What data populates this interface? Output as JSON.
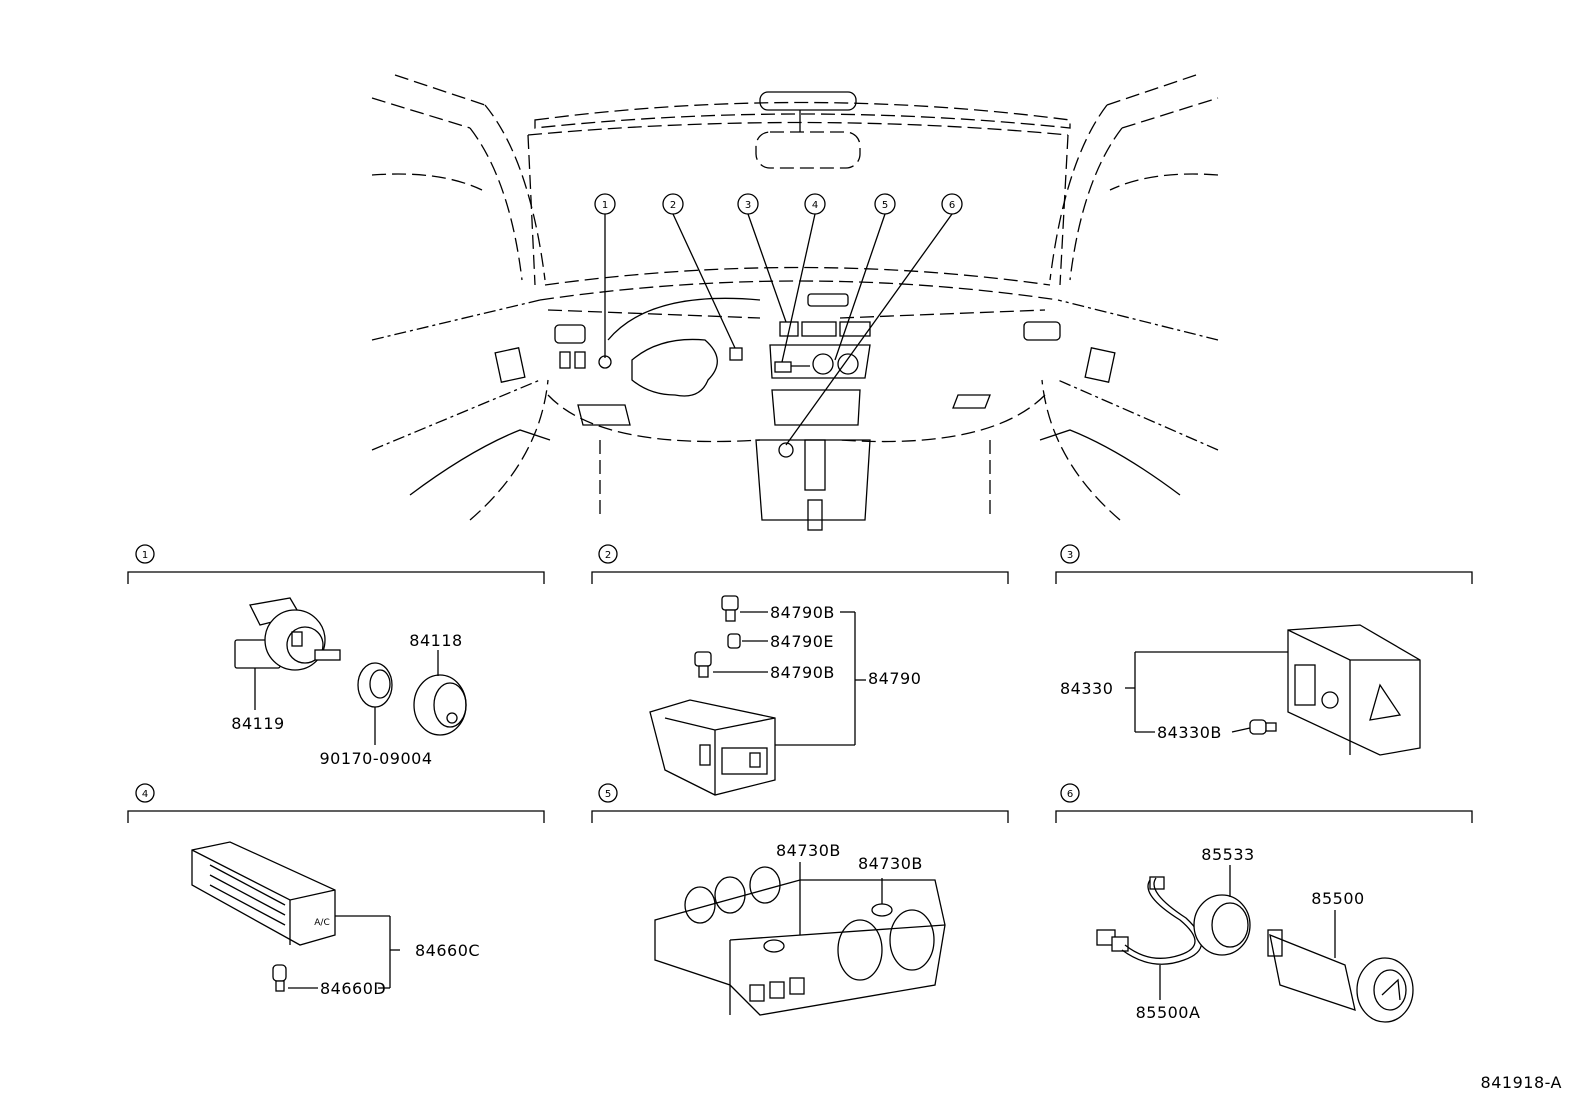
{
  "diagram_id": "841918-A",
  "overview_callouts": [
    "1",
    "2",
    "3",
    "4",
    "5",
    "6"
  ],
  "sections": [
    {
      "number": "1",
      "parts": {
        "knob": "84118",
        "switch": "84119",
        "bushing": "90170-09004"
      }
    },
    {
      "number": "2",
      "parts": {
        "bulb_b_top": "84790B",
        "bulb_e": "84790E",
        "bulb_b_bottom": "84790B",
        "assembly": "84790"
      }
    },
    {
      "number": "3",
      "parts": {
        "assembly": "84330",
        "bulb": "84330B"
      }
    },
    {
      "number": "4",
      "parts": {
        "assembly": "84660C",
        "bulb": "84660D",
        "switch_text": "A/C"
      }
    },
    {
      "number": "5",
      "parts": {
        "bulb_left": "84730B",
        "bulb_right": "84730B"
      }
    },
    {
      "number": "6",
      "parts": {
        "socket": "85533",
        "lighter": "85500",
        "wire": "85500A"
      }
    }
  ]
}
